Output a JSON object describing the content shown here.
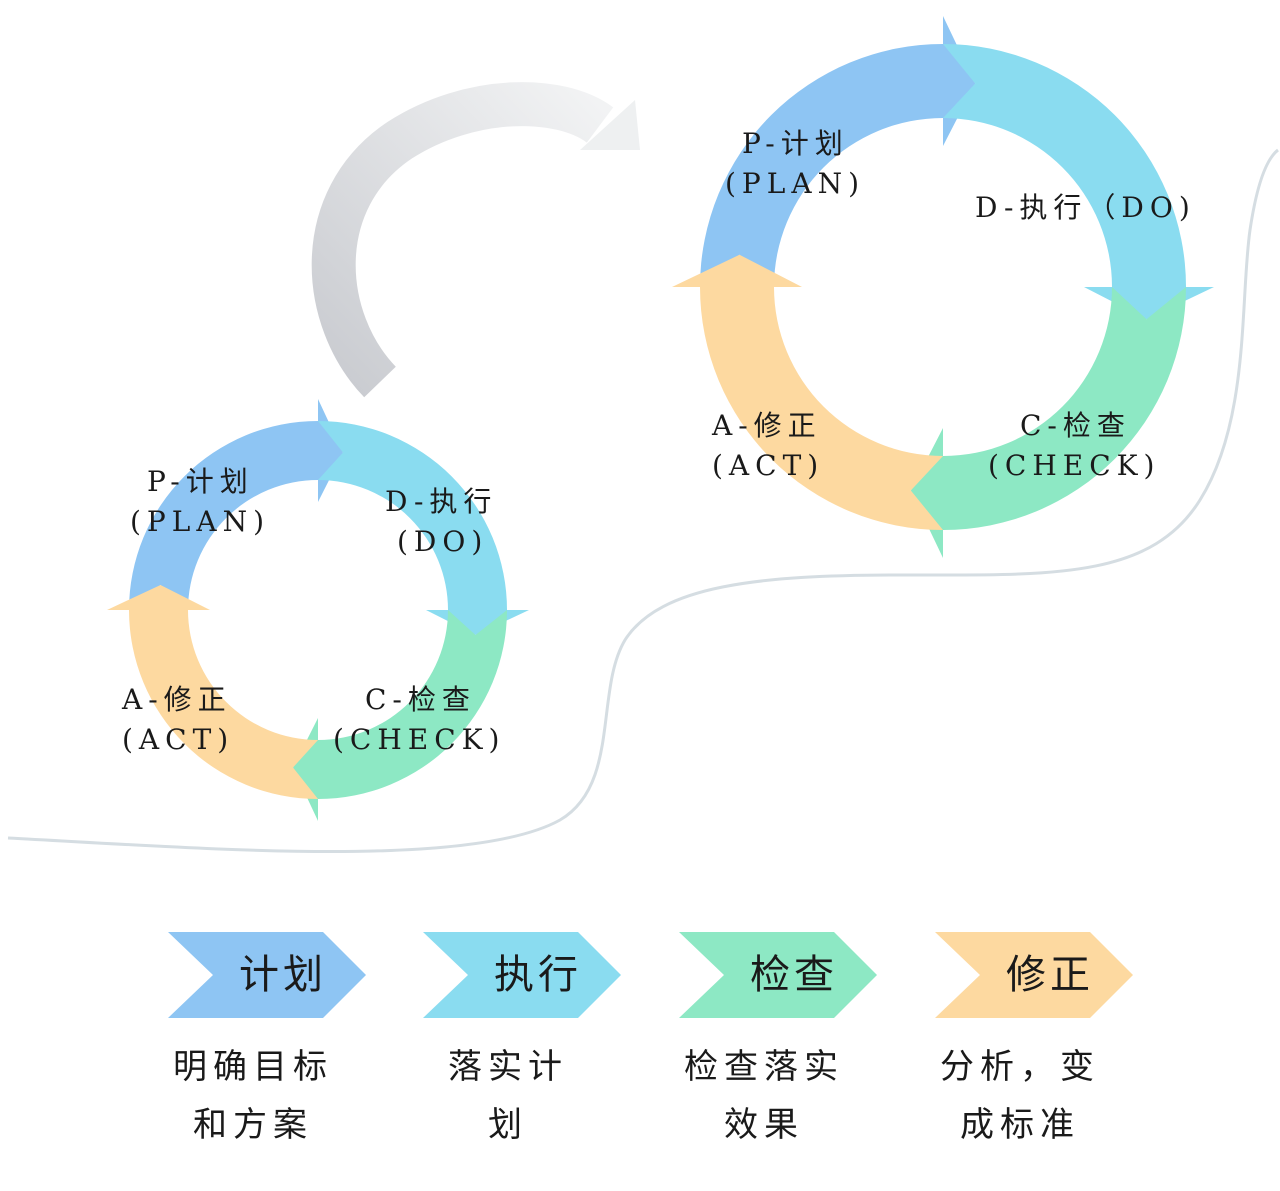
{
  "colors": {
    "plan": "#8ec5f3",
    "do": "#8adcf0",
    "check": "#8de8c4",
    "act": "#fdd9a0",
    "connector": "#d2d4d8",
    "wave": "#d5dde2"
  },
  "large_cycle": {
    "plan": [
      "P-计划",
      "(PLAN)"
    ],
    "do": [
      "D-执行（DO)"
    ],
    "check": [
      "C-检查",
      "(CHECK)"
    ],
    "act": [
      "A-修正",
      "(ACT)"
    ]
  },
  "small_cycle": {
    "plan": [
      "P-计划",
      "(PLAN)"
    ],
    "do": [
      "D-执行",
      "(DO)"
    ],
    "check": [
      "C-检查",
      "(CHECK)"
    ],
    "act": [
      "A-修正",
      "(ACT)"
    ]
  },
  "steps": [
    {
      "title": "计划",
      "desc": [
        "明确目标",
        "和方案"
      ]
    },
    {
      "title": "执行",
      "desc": [
        "落实计",
        "划"
      ]
    },
    {
      "title": "检查",
      "desc": [
        "检查落实",
        "效果"
      ]
    },
    {
      "title": "修正",
      "desc": [
        "分析，变",
        "成标准"
      ]
    }
  ]
}
